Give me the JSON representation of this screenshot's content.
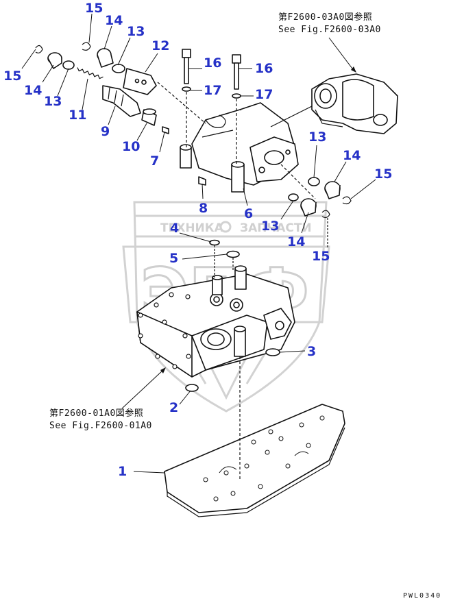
{
  "watermark": {
    "brand_text": "ТЕХНИКА",
    "brand_text_2": "ЗАПЧАСТИ",
    "logo_letters": "ЭПФ"
  },
  "references": {
    "top_right_jp": "第F2600-03A0図参照",
    "top_right_en": "See Fig.F2600-03A0",
    "bottom_left_jp": "第F2600-01A0図参照",
    "bottom_left_en": "See Fig.F2600-01A0"
  },
  "callouts": {
    "n1": "1",
    "n2": "2",
    "n3": "3",
    "n4": "4",
    "n5": "5",
    "n6": "6",
    "n7": "7",
    "n8": "8",
    "n9": "9",
    "n10": "10",
    "n11": "11",
    "n12": "12",
    "n13a": "13",
    "n13b": "13",
    "n13c": "13",
    "n14a": "14",
    "n14b": "14",
    "n14c": "14",
    "n14d": "14",
    "n15a": "15",
    "n15b": "15",
    "n15c": "15",
    "n15d": "15",
    "n16a": "16",
    "n16b": "16",
    "n17a": "17",
    "n17b": "17"
  },
  "drawing_code": "PWL0340",
  "colors": {
    "callout": "#2531c7",
    "line": "#111111",
    "watermark": "#d2d2d2"
  }
}
